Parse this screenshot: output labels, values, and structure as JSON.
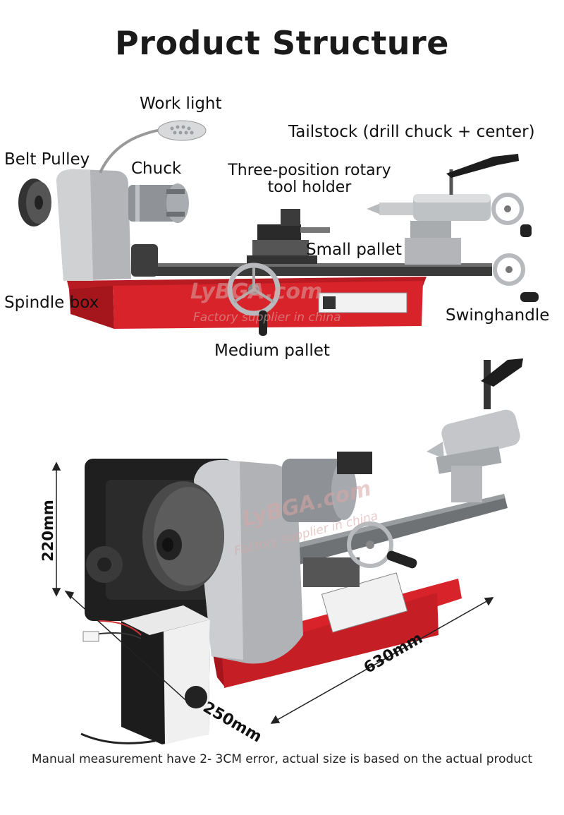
{
  "title": "Product Structure",
  "labels": {
    "work_light": "Work light",
    "tailstock": "Tailstock (drill chuck + center)",
    "belt_pulley": "Belt Pulley",
    "chuck": "Chuck",
    "tool_holder_line1": "Three-position rotary",
    "tool_holder_line2": "tool holder",
    "small_pallet": "Small pallet",
    "spindle_box": "Spindle box",
    "swinghandle": "Swinghandle",
    "medium_pallet": "Medium pallet"
  },
  "dimensions": {
    "height": "220mm",
    "length": "630mm",
    "width": "250mm"
  },
  "watermark": {
    "brand": "LyBGA.com",
    "tagline": "Factory supplier in china"
  },
  "note": "Manual measurement have 2- 3CM error, actual size is based on the actual product",
  "colors": {
    "base_red": "#d8232a",
    "metal_silver": "#bfc2c5",
    "dark": "#1c1c1c"
  }
}
